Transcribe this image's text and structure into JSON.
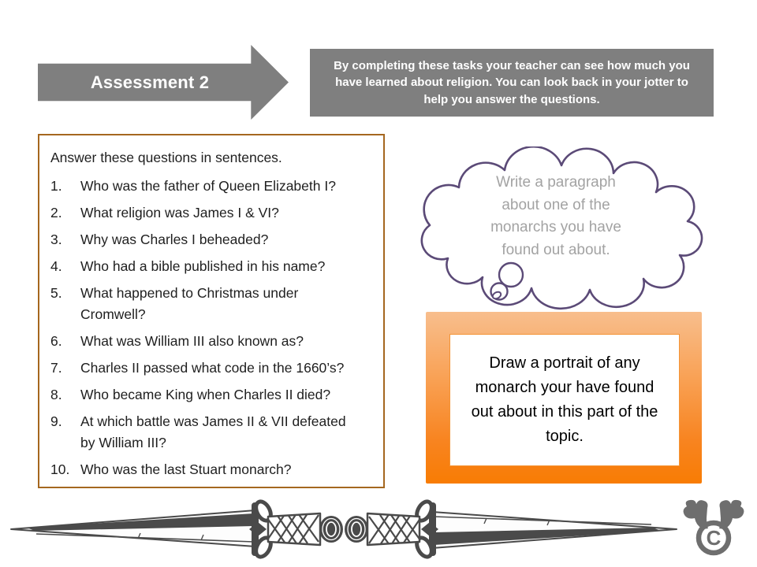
{
  "title_arrow": {
    "label": "Assessment 2"
  },
  "instruction_box": {
    "lines": [
      "By completing these tasks your teacher can see how much you",
      "have learned about religion. You can look back in your jotter to",
      "help you answer the questions."
    ]
  },
  "questions_box": {
    "intro": "Answer these questions in sentences.",
    "items": [
      {
        "num": "1.",
        "line1": "Who was the father of Queen Elizabeth I?"
      },
      {
        "num": "2.",
        "line1": "What religion was James I & VI?"
      },
      {
        "num": "3.",
        "line1": "Why was Charles I beheaded?"
      },
      {
        "num": "4.",
        "line1": "Who had a bible published in his name?"
      },
      {
        "num": "5.",
        "line1": "What happened to Christmas under",
        "line2": "Cromwell?"
      },
      {
        "num": "6.",
        "line1": "What was William III also known as?"
      },
      {
        "num": "7.",
        "line1": "Charles II passed what code in the 1660’s?"
      },
      {
        "num": "8.",
        "line1": "Who became King when Charles II died?"
      },
      {
        "num": "9.",
        "line1": "At which battle was James II & VII defeated",
        "line2": "by William III?"
      },
      {
        "num": "10.",
        "line1": "Who was the last Stuart monarch?"
      }
    ]
  },
  "thought_bubble": {
    "lines": [
      "Write a paragraph",
      "about one of the",
      "monarchs you have",
      "found out about."
    ]
  },
  "portrait_box": {
    "lines": [
      "Draw a portrait of any",
      "monarch your have found",
      "out about in this part of the",
      "topic."
    ]
  },
  "decorations": {
    "left_sword_icon": "sword-pointing-left",
    "right_sword_icon": "sword-pointing-right",
    "logo_icon": "antlered-copyright-logo",
    "logo_letter": "C"
  },
  "colors": {
    "shape_gray": "#7F7F7F",
    "question_border": "#A5671F",
    "bubble_outline": "#5B4A77",
    "bubble_text": "#A3A3A3",
    "orange_top": "#F8BE8D",
    "orange_bottom": "#F87C04",
    "sword_gray": "#4A4A4A",
    "logo_gray": "#6E6E6E"
  }
}
